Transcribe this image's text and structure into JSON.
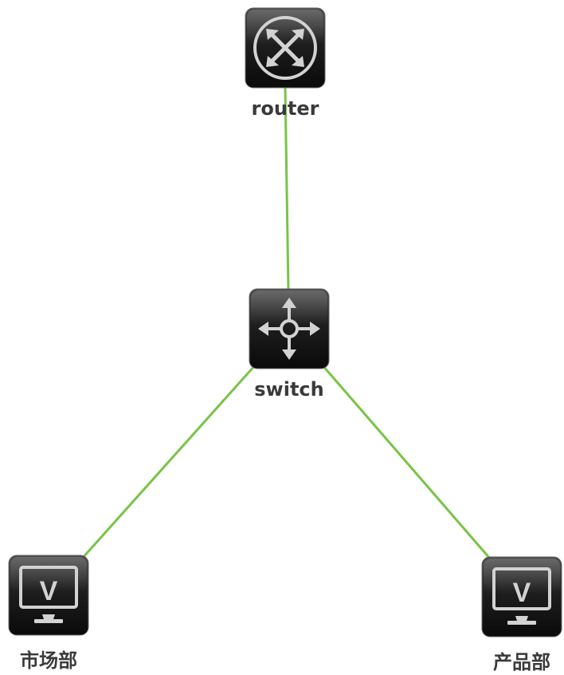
{
  "colors": {
    "link": "#77c447",
    "device_top": "#4a4a4a",
    "device_bottom": "#0a0a0a",
    "device_icon": "#d2d2d2",
    "label": "#3a3a3a"
  },
  "nodes": {
    "router": {
      "label": "router",
      "icon": "router-icon"
    },
    "switch": {
      "label": "switch",
      "icon": "switch-icon"
    },
    "pc_market": {
      "label": "市场部",
      "icon": "monitor-v-icon"
    },
    "pc_product": {
      "label": "产品部",
      "icon": "monitor-v-icon"
    }
  },
  "links": [
    {
      "from": "router",
      "to": "switch"
    },
    {
      "from": "switch",
      "to": "pc_market"
    },
    {
      "from": "switch",
      "to": "pc_product"
    }
  ]
}
